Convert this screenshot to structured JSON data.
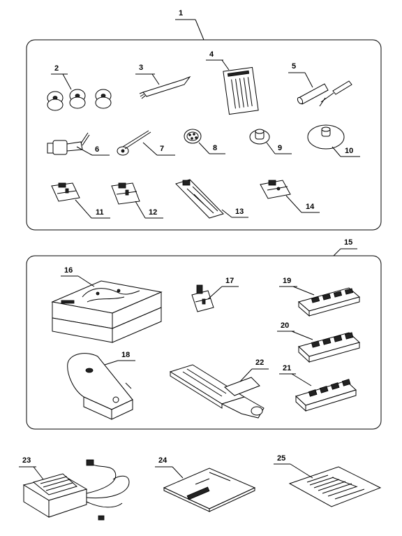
{
  "labels": [
    "1",
    "2",
    "3",
    "4",
    "5",
    "6",
    "7",
    "8",
    "9",
    "10",
    "11",
    "12",
    "13",
    "14",
    "15",
    "16",
    "17",
    "18",
    "19",
    "20",
    "21",
    "22",
    "23",
    "24",
    "25"
  ],
  "colors": {
    "ink": "#000000",
    "paper": "#ffffff"
  },
  "parts": [
    {
      "id": "2",
      "icon": "bobbins-icon"
    },
    {
      "id": "3",
      "icon": "brush-icon"
    },
    {
      "id": "4",
      "icon": "needle-pack-icon"
    },
    {
      "id": "5",
      "icon": "oiler-screwdriver-icon"
    },
    {
      "id": "6",
      "icon": "spool-holder-icon"
    },
    {
      "id": "7",
      "icon": "spool-pin-icon"
    },
    {
      "id": "8",
      "icon": "spool-cap-icon"
    },
    {
      "id": "9",
      "icon": "felt-cap-icon"
    },
    {
      "id": "10",
      "icon": "disc-icon"
    },
    {
      "id": "11",
      "icon": "presser-foot-icon"
    },
    {
      "id": "12",
      "icon": "presser-foot-icon"
    },
    {
      "id": "13",
      "icon": "buttonhole-foot-icon"
    },
    {
      "id": "14",
      "icon": "zipper-foot-icon"
    },
    {
      "id": "16",
      "icon": "accessory-box-icon"
    },
    {
      "id": "17",
      "icon": "presser-foot-icon"
    },
    {
      "id": "18",
      "icon": "extension-table-icon"
    },
    {
      "id": "19",
      "icon": "cam-cartridge-icon"
    },
    {
      "id": "20",
      "icon": "cam-cartridge-icon"
    },
    {
      "id": "21",
      "icon": "cam-cartridge-icon"
    },
    {
      "id": "22",
      "icon": "buttonholer-icon"
    },
    {
      "id": "23",
      "icon": "foot-control-icon"
    },
    {
      "id": "24",
      "icon": "manual-icon"
    },
    {
      "id": "25",
      "icon": "sheet-icon"
    }
  ]
}
